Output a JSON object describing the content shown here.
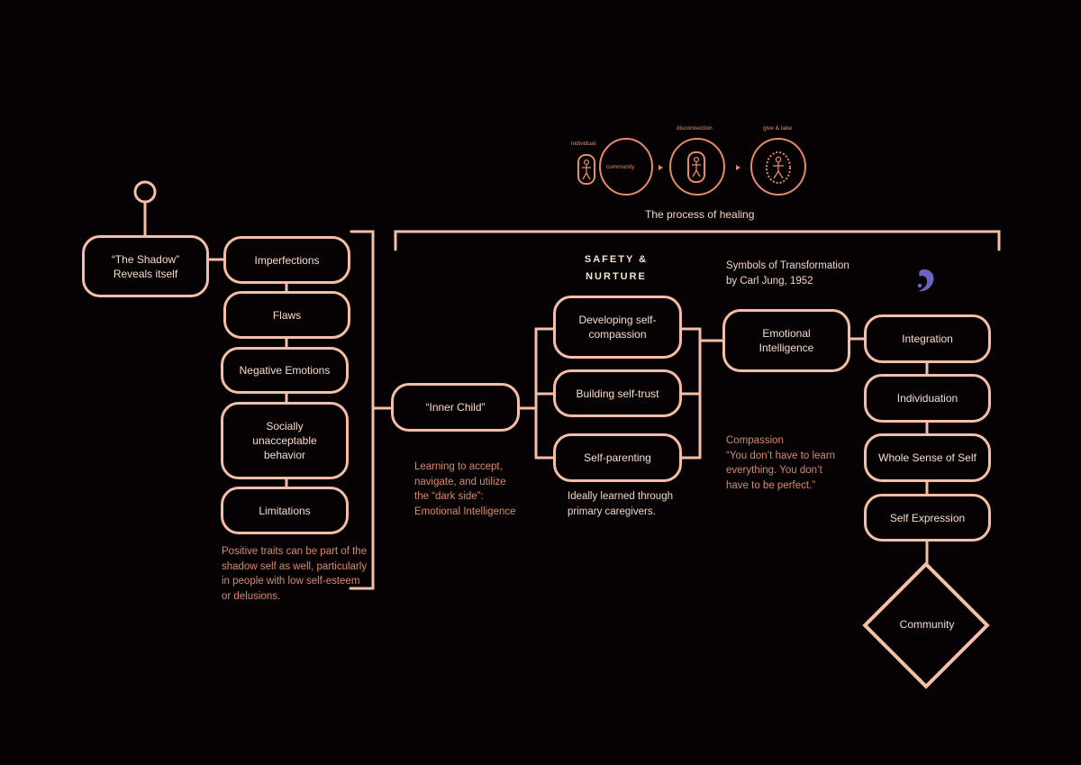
{
  "healing": {
    "individual_label": "individual",
    "community_label": "community",
    "disconnection_label": "disconnection",
    "give_take_label": "give & take",
    "caption": "The process of healing"
  },
  "shadow": {
    "title": "“The Shadow” Reveals itself"
  },
  "shadow_traits": [
    {
      "label": "Imperfections"
    },
    {
      "label": "Flaws"
    },
    {
      "label": "Negative Emotions"
    },
    {
      "label": "Socially unacceptable behavior"
    },
    {
      "label": "Limitations"
    }
  ],
  "shadow_note": "Positive traits can be part of the shadow self as well, particularly in people with low self-esteem or delusions.",
  "inner_child": {
    "label": "“Inner Child”",
    "note": "Learning to accept, navigate, and utilize the “dark side”: Emotional Intelligence"
  },
  "safety": {
    "heading": "SAFETY & NURTURE",
    "items": [
      {
        "label": "Developing self-compassion"
      },
      {
        "label": "Building self-trust"
      },
      {
        "label": "Self-parenting"
      }
    ],
    "note": "Ideally learned through primary caregivers."
  },
  "emotional_intelligence": {
    "label": "Emotional Intelligence"
  },
  "jung_note": "Symbols of Transformation by Carl Jung, 1952",
  "compassion_note": "Compassion\n“You don’t have to learn everything. You don’t have to be perfect.”",
  "outcomes": [
    {
      "label": "Integration"
    },
    {
      "label": "Individuation"
    },
    {
      "label": "Whole Sense of Self"
    },
    {
      "label": "Self Expression"
    }
  ],
  "community": {
    "label": "Community"
  },
  "colors": {
    "background": "#060203",
    "node_border": "#f4bea7",
    "note_text": "#d88a6b",
    "accent_purple": "#6f62c4",
    "icon_orange": "#e48b6b"
  },
  "icons": [
    "start-circle-icon",
    "figure-icon",
    "spirit-swirl-icon",
    "arrow-right-icon"
  ]
}
